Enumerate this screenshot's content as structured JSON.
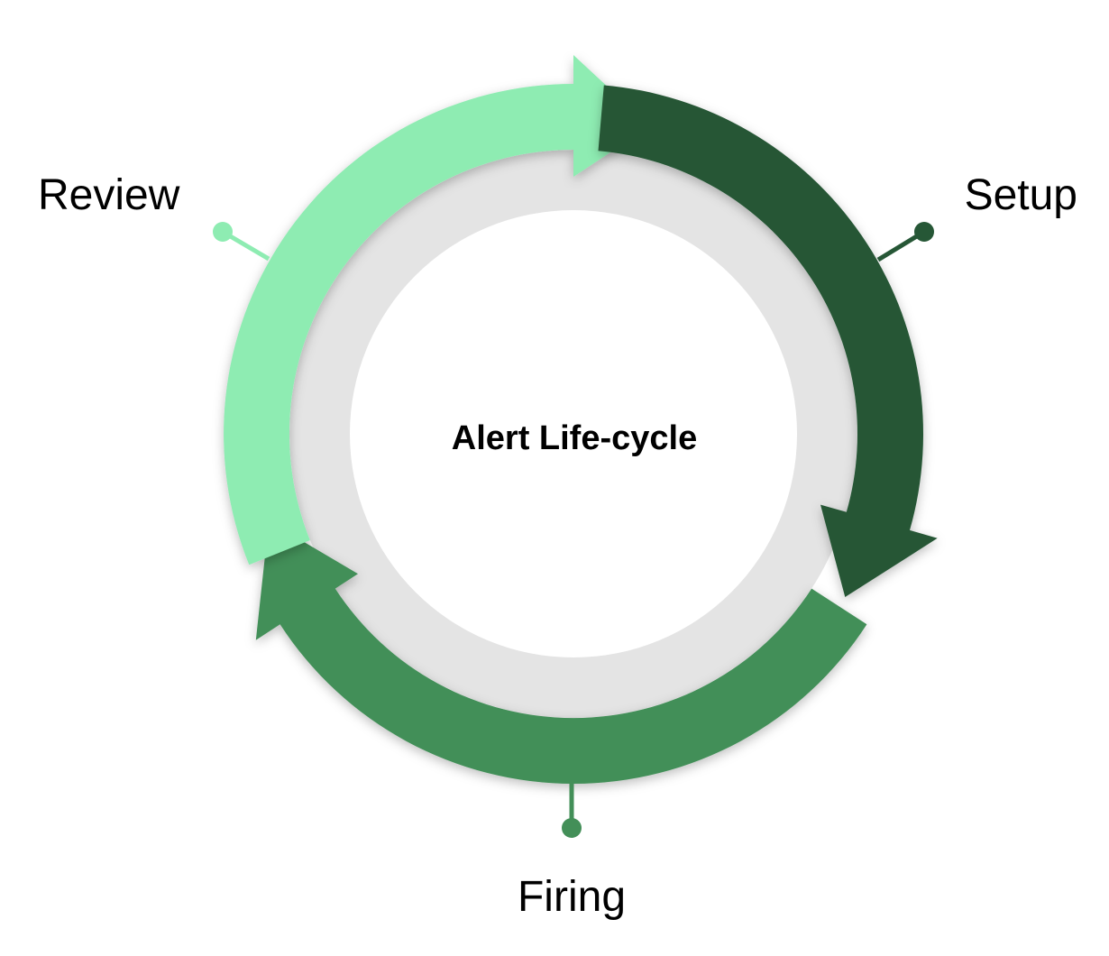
{
  "diagram": {
    "title": "Alert Life-cycle",
    "stages": [
      {
        "id": "setup",
        "label": "Setup",
        "color": "#265736"
      },
      {
        "id": "firing",
        "label": "Firing",
        "color": "#438f58"
      },
      {
        "id": "review",
        "label": "Review",
        "color": "#8eecb2"
      }
    ],
    "colors": {
      "inner_ring": "#e4e4e4",
      "center": "#ffffff",
      "background": "#ffffff",
      "text": "#000000"
    }
  }
}
